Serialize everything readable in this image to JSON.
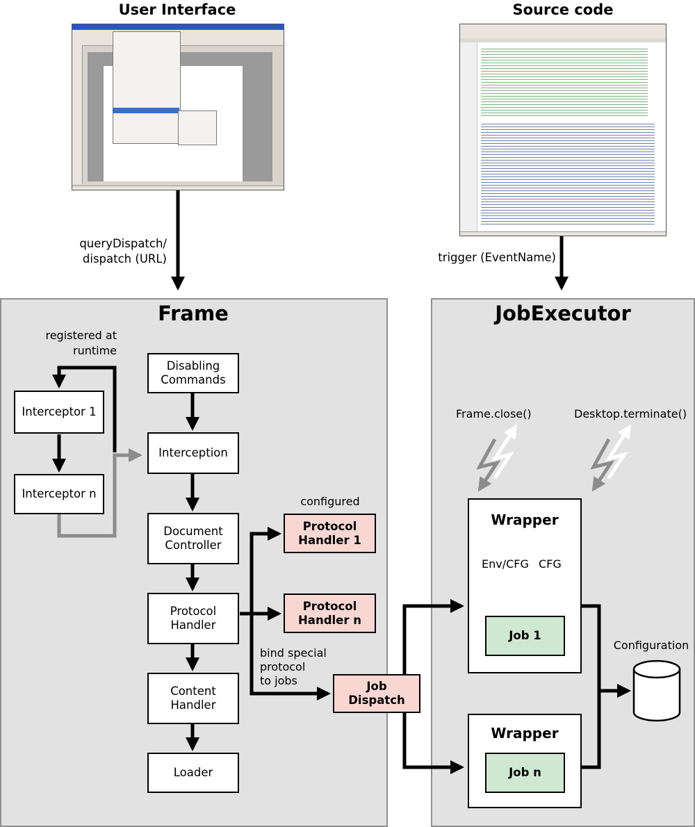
{
  "headers": {
    "ui": "User Interface",
    "source": "Source code"
  },
  "arrow_labels": {
    "dispatch": "queryDispatch/\ndispatch (URL)",
    "trigger": "trigger (EventName)",
    "registered": "registered at\nruntime",
    "configured": "configured",
    "bind": "bind special\nprotocol\nto jobs",
    "frame_close": "Frame.close()",
    "desktop_terminate": "Desktop.terminate()",
    "env_cfg": "Env/CFG",
    "cfg": "CFG",
    "configuration": "Configuration"
  },
  "frame": {
    "title": "Frame",
    "disabling": "Disabling\nCommands",
    "interception": "Interception",
    "document_controller": "Document\nController",
    "protocol_handler": "Protocol\nHandler",
    "content_handler": "Content\nHandler",
    "loader": "Loader",
    "interceptor1": "Interceptor 1",
    "interceptorn": "Interceptor n",
    "ph1": "Protocol\nHandler 1",
    "phn": "Protocol\nHandler n",
    "job_dispatch": "Job\nDispatch"
  },
  "jobexecutor": {
    "title": "JobExecutor",
    "wrapper1": "Wrapper",
    "wrapper2": "Wrapper",
    "job1": "Job 1",
    "jobn": "Job n"
  },
  "colors": {
    "panel": "#e2e2e2",
    "pink": "#f8d7d3",
    "green": "#cfe8d1",
    "gray_arrow": "#8c8c8c"
  }
}
